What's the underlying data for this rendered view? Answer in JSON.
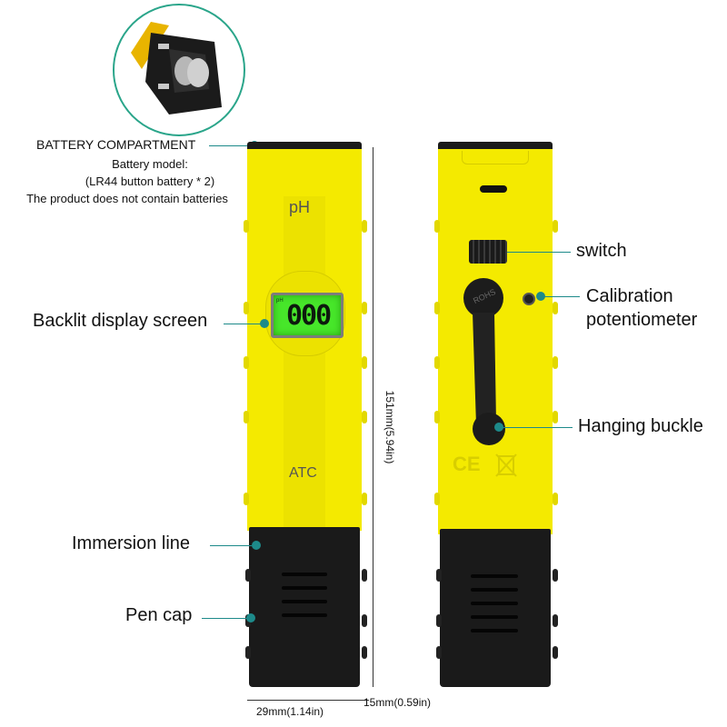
{
  "colors": {
    "pen_yellow": "#f4ea00",
    "pen_yellow_dark": "#ddd300",
    "cap_black": "#1a1a1a",
    "lcd_green": "#47e62a",
    "leader_teal": "#1d8a8a"
  },
  "front": {
    "ph_label": "pH",
    "display_reading": "000",
    "display_badge": "pH",
    "atc_label": "ATC"
  },
  "back": {
    "rohs_label": "ROHS",
    "ce_mark": "CE"
  },
  "callouts": {
    "battery_title": "BATTERY COMPARTMENT",
    "battery_model_line1": "Battery model:",
    "battery_model_line2": "(LR44 button battery * 2)",
    "battery_note": "The product does not contain batteries",
    "backlit": "Backlit display screen",
    "immersion": "Immersion line",
    "pen_cap": "Pen cap",
    "switch": "switch",
    "calibration_line1": "Calibration",
    "calibration_line2": "potentiometer",
    "hanging_buckle": "Hanging buckle"
  },
  "dimensions": {
    "length": "151mm(5.94in)",
    "width": "29mm(1.14in)",
    "depth": "15mm(0.59in)"
  },
  "icons": [
    "battery-compartment-inset",
    "weee-bin-icon",
    "ce-mark-icon"
  ]
}
